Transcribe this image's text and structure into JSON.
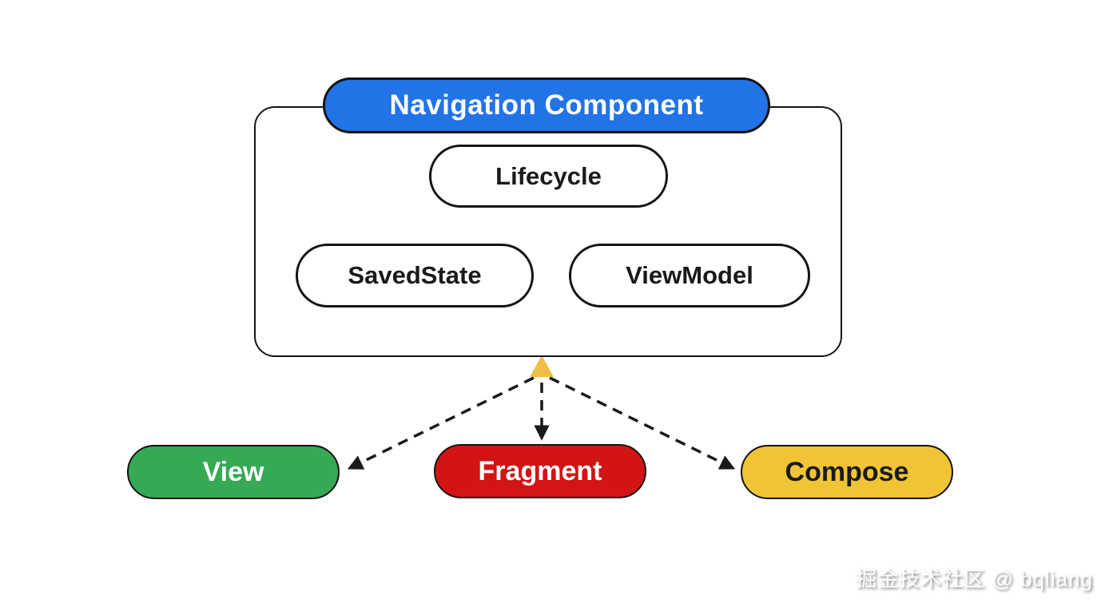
{
  "diagram": {
    "parent": {
      "title": "Navigation Component",
      "title_bg": "#2273E6",
      "title_text_color": "#FFFFFF",
      "libraries": [
        {
          "label": "Lifecycle"
        },
        {
          "label": "SavedState"
        },
        {
          "label": "ViewModel"
        }
      ]
    },
    "connector": {
      "up_arrowhead_color": "#F0BE46",
      "dashed_line_color": "#1A1A1A",
      "style": "dashed"
    },
    "targets": [
      {
        "label": "View",
        "bg": "#37A854",
        "text_color": "#FFFFFF"
      },
      {
        "label": "Fragment",
        "bg": "#D21414",
        "text_color": "#FFFFFF"
      },
      {
        "label": "Compose",
        "bg": "#F0C434",
        "text_color": "#1A1A1A"
      }
    ]
  },
  "watermark": "掘金技术社区 @ bqliang"
}
